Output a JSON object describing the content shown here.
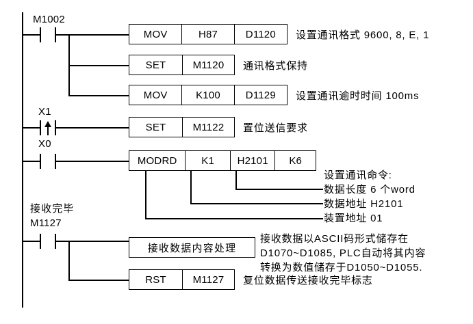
{
  "diagram": {
    "title": "PLC Ladder Diagram - MODRD Communication Example",
    "left_rail_label": "",
    "rungs": [
      {
        "id": "rung-1",
        "contact": {
          "name": "M1002",
          "type": "normally-open"
        },
        "instructions": [
          {
            "mnemonic": "MOV",
            "operand1": "H87",
            "operand2": "D1120",
            "comment": "设置通讯格式 9600, 8, E, 1"
          },
          {
            "mnemonic": "SET",
            "operand1": "M1120",
            "operand2": "",
            "comment": "通讯格式保持"
          },
          {
            "mnemonic": "MOV",
            "operand1": "K100",
            "operand2": "D1129",
            "comment": "设置通讯逾时时间 100ms"
          }
        ]
      },
      {
        "id": "rung-2",
        "contact": {
          "name": "X1",
          "type": "rising-edge"
        },
        "instructions": [
          {
            "mnemonic": "SET",
            "operand1": "M1122",
            "operand2": "",
            "comment": "置位送信要求"
          }
        ]
      },
      {
        "id": "rung-3",
        "contact": {
          "name": "X0",
          "type": "normally-open"
        },
        "instructions": [
          {
            "mnemonic": "MODRD",
            "operand1": "K1",
            "operand2": "H2101",
            "operand3": "K6",
            "comment": ""
          }
        ],
        "callouts": {
          "header": "设置通讯命令:",
          "lines": [
            {
              "source": "K6",
              "text": "数据长度 6 个word"
            },
            {
              "source": "H2101",
              "text": "数据地址 H2101"
            },
            {
              "source": "K1",
              "text": "装置地址 01"
            }
          ]
        }
      },
      {
        "id": "rung-4",
        "contact_caption": "接收完毕",
        "contact": {
          "name": "M1127",
          "type": "normally-open"
        },
        "instructions": [
          {
            "mnemonic": "接收数据内容处理",
            "operand1": "",
            "operand2": "",
            "comment_lines": [
              "接收数据以ASCII码形式储存在",
              "D1070~D1085, PLC自动将其内容",
              "转换为数值储存于D1050~D1055."
            ]
          },
          {
            "mnemonic": "RST",
            "operand1": "M1127",
            "operand2": "",
            "comment": "复位数据传送接收完毕标志"
          }
        ]
      }
    ]
  },
  "text": {
    "m1002": "M1002",
    "x1": "X1",
    "x0": "X0",
    "m1127": "M1127",
    "recv_done_caption": "接收完毕",
    "mov1_op": "MOV",
    "mov1_a": "H87",
    "mov1_b": "D1120",
    "mov1_note": "设置通讯格式 9600, 8, E, 1",
    "set1_op": "SET",
    "set1_a": "M1120",
    "set1_note": "通讯格式保持",
    "mov2_op": "MOV",
    "mov2_a": "K100",
    "mov2_b": "D1129",
    "mov2_note": "设置通讯逾时时间 100ms",
    "set2_op": "SET",
    "set2_a": "M1122",
    "set2_note": "置位送信要求",
    "modrd_op": "MODRD",
    "modrd_a": "K1",
    "modrd_b": "H2101",
    "modrd_c": "K6",
    "callout_header": "设置通讯命令:",
    "callout_len": "数据长度 6 个word",
    "callout_addr": "数据地址 H2101",
    "callout_dev": "装置地址 01",
    "proc_box": "接收数据内容处理",
    "proc_note_1": "接收数据以ASCII码形式储存在",
    "proc_note_2": "D1070~D1085, PLC自动将其内容",
    "proc_note_3": "转换为数值储存于D1050~D1055.",
    "rst_op": "RST",
    "rst_a": "M1127",
    "rst_note": "复位数据传送接收完毕标志"
  },
  "colors": {
    "line": "#000000",
    "background": "#ffffff",
    "text": "#000000"
  }
}
